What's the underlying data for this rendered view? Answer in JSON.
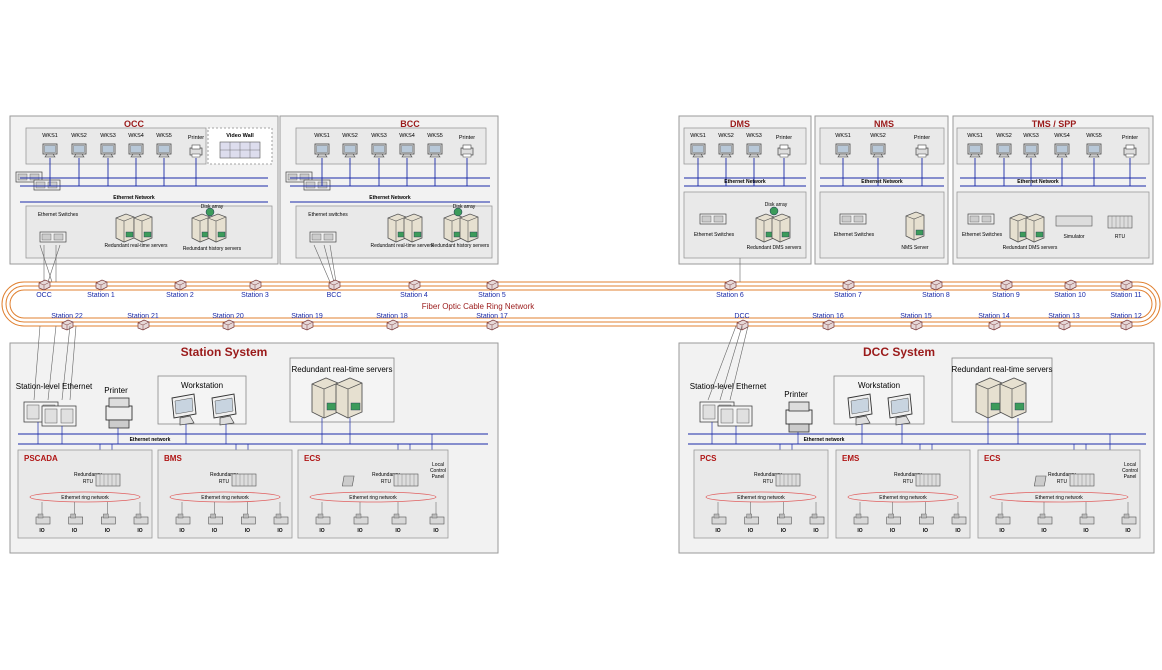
{
  "colors": {
    "title": "#9a1a1a",
    "network": "#1a2aa8",
    "ring": "#e08030",
    "local_ring": "#e06060"
  },
  "occ": {
    "title": "OCC",
    "workstations": [
      "WKS1",
      "WKS2",
      "WKS3",
      "WKS4",
      "WKS5"
    ],
    "printer": "Printer",
    "video_wall": "Video Wall",
    "network": "Ethernet Network",
    "switches": "Ethernet Switches",
    "realtime": "Redundant real-time servers",
    "disk": "Disk array",
    "history": "Redundant history servers"
  },
  "bcc": {
    "title": "BCC",
    "workstations": [
      "WKS1",
      "WKS2",
      "WKS3",
      "WKS4",
      "WKS5"
    ],
    "printer": "Printer",
    "network": "Ethernet Network",
    "switches": "Ethernet switches",
    "realtime": "Redundant real-time servers",
    "disk": "Disk array",
    "history": "Redundant history servers"
  },
  "dms": {
    "title": "DMS",
    "workstations": [
      "WKS1",
      "WKS2",
      "WKS3"
    ],
    "printer": "Printer",
    "network": "Ethernet Network",
    "switches": "Ethernet Switches",
    "disk": "Disk array",
    "servers": "Redundant DMS servers"
  },
  "nms": {
    "title": "NMS",
    "workstations": [
      "WKS1",
      "WKS2"
    ],
    "printer": "Printer",
    "network": "Ethernet Network",
    "switches": "Ethernet Switches",
    "server": "NMS Server"
  },
  "tms": {
    "title": "TMS / SPP",
    "workstations": [
      "WKS1",
      "WKS2",
      "WKS3",
      "WKS4",
      "WKS5"
    ],
    "printer": "Printer",
    "network": "Ethernet Network",
    "switches": "Ethernet Switches",
    "servers": "Redundant DMS servers",
    "simulator": "Simulator",
    "rtu": "RTU"
  },
  "ring": {
    "label": "Fiber Optic Cable Ring Network",
    "top_nodes": [
      "OCC",
      "Station 1",
      "Station 2",
      "Station 3",
      "BCC",
      "Station 4",
      "Station 5",
      "Station 6",
      "Station 7",
      "Station 8",
      "Station 9",
      "Station 10",
      "Station 11"
    ],
    "bottom_nodes": [
      "Station 22",
      "Station 21",
      "Station 20",
      "Station 19",
      "Station 18",
      "Station 17",
      "DCC",
      "Station 16",
      "Station 15",
      "Station 14",
      "Station 13",
      "Station 12"
    ]
  },
  "station_system": {
    "title": "Station System",
    "switch": "Station-level Ethernet",
    "printer": "Printer",
    "workstation": "Workstation",
    "servers": "Redundant real-time servers",
    "network": "Ethernet network",
    "subs": [
      {
        "name": "PSCADA",
        "rtu": "Redundancy RTU",
        "ring": "Ethernet ring network",
        "io": [
          "IO",
          "IO",
          "IO",
          "IO"
        ]
      },
      {
        "name": "BMS",
        "rtu": "Redundancy RTU",
        "ring": "Ethernet ring network",
        "io": [
          "IO",
          "IO",
          "IO",
          "IO"
        ]
      },
      {
        "name": "ECS",
        "rtu": "Redundancy RTU",
        "ring": "Ethernet ring network",
        "io": [
          "IO",
          "IO",
          "IO",
          "IO"
        ],
        "panel": "Local Control Panel"
      }
    ]
  },
  "dcc_system": {
    "title": "DCC System",
    "switch": "Station-level Ethernet",
    "printer": "Printer",
    "workstation": "Workstation",
    "servers": "Redundant real-time servers",
    "network": "Ethernet network",
    "subs": [
      {
        "name": "PCS",
        "rtu": "Redundancy RTU",
        "ring": "Ethernet ring network",
        "io": [
          "IO",
          "IO",
          "IO",
          "IO"
        ]
      },
      {
        "name": "EMS",
        "rtu": "Redundancy RTU",
        "ring": "Ethernet ring network",
        "io": [
          "IO",
          "IO",
          "IO",
          "IO"
        ]
      },
      {
        "name": "ECS",
        "rtu": "Redundancy RTU",
        "ring": "Ethernet ring network",
        "io": [
          "IO",
          "IO",
          "IO",
          "IO"
        ],
        "panel": "Local Control Panel"
      }
    ]
  }
}
